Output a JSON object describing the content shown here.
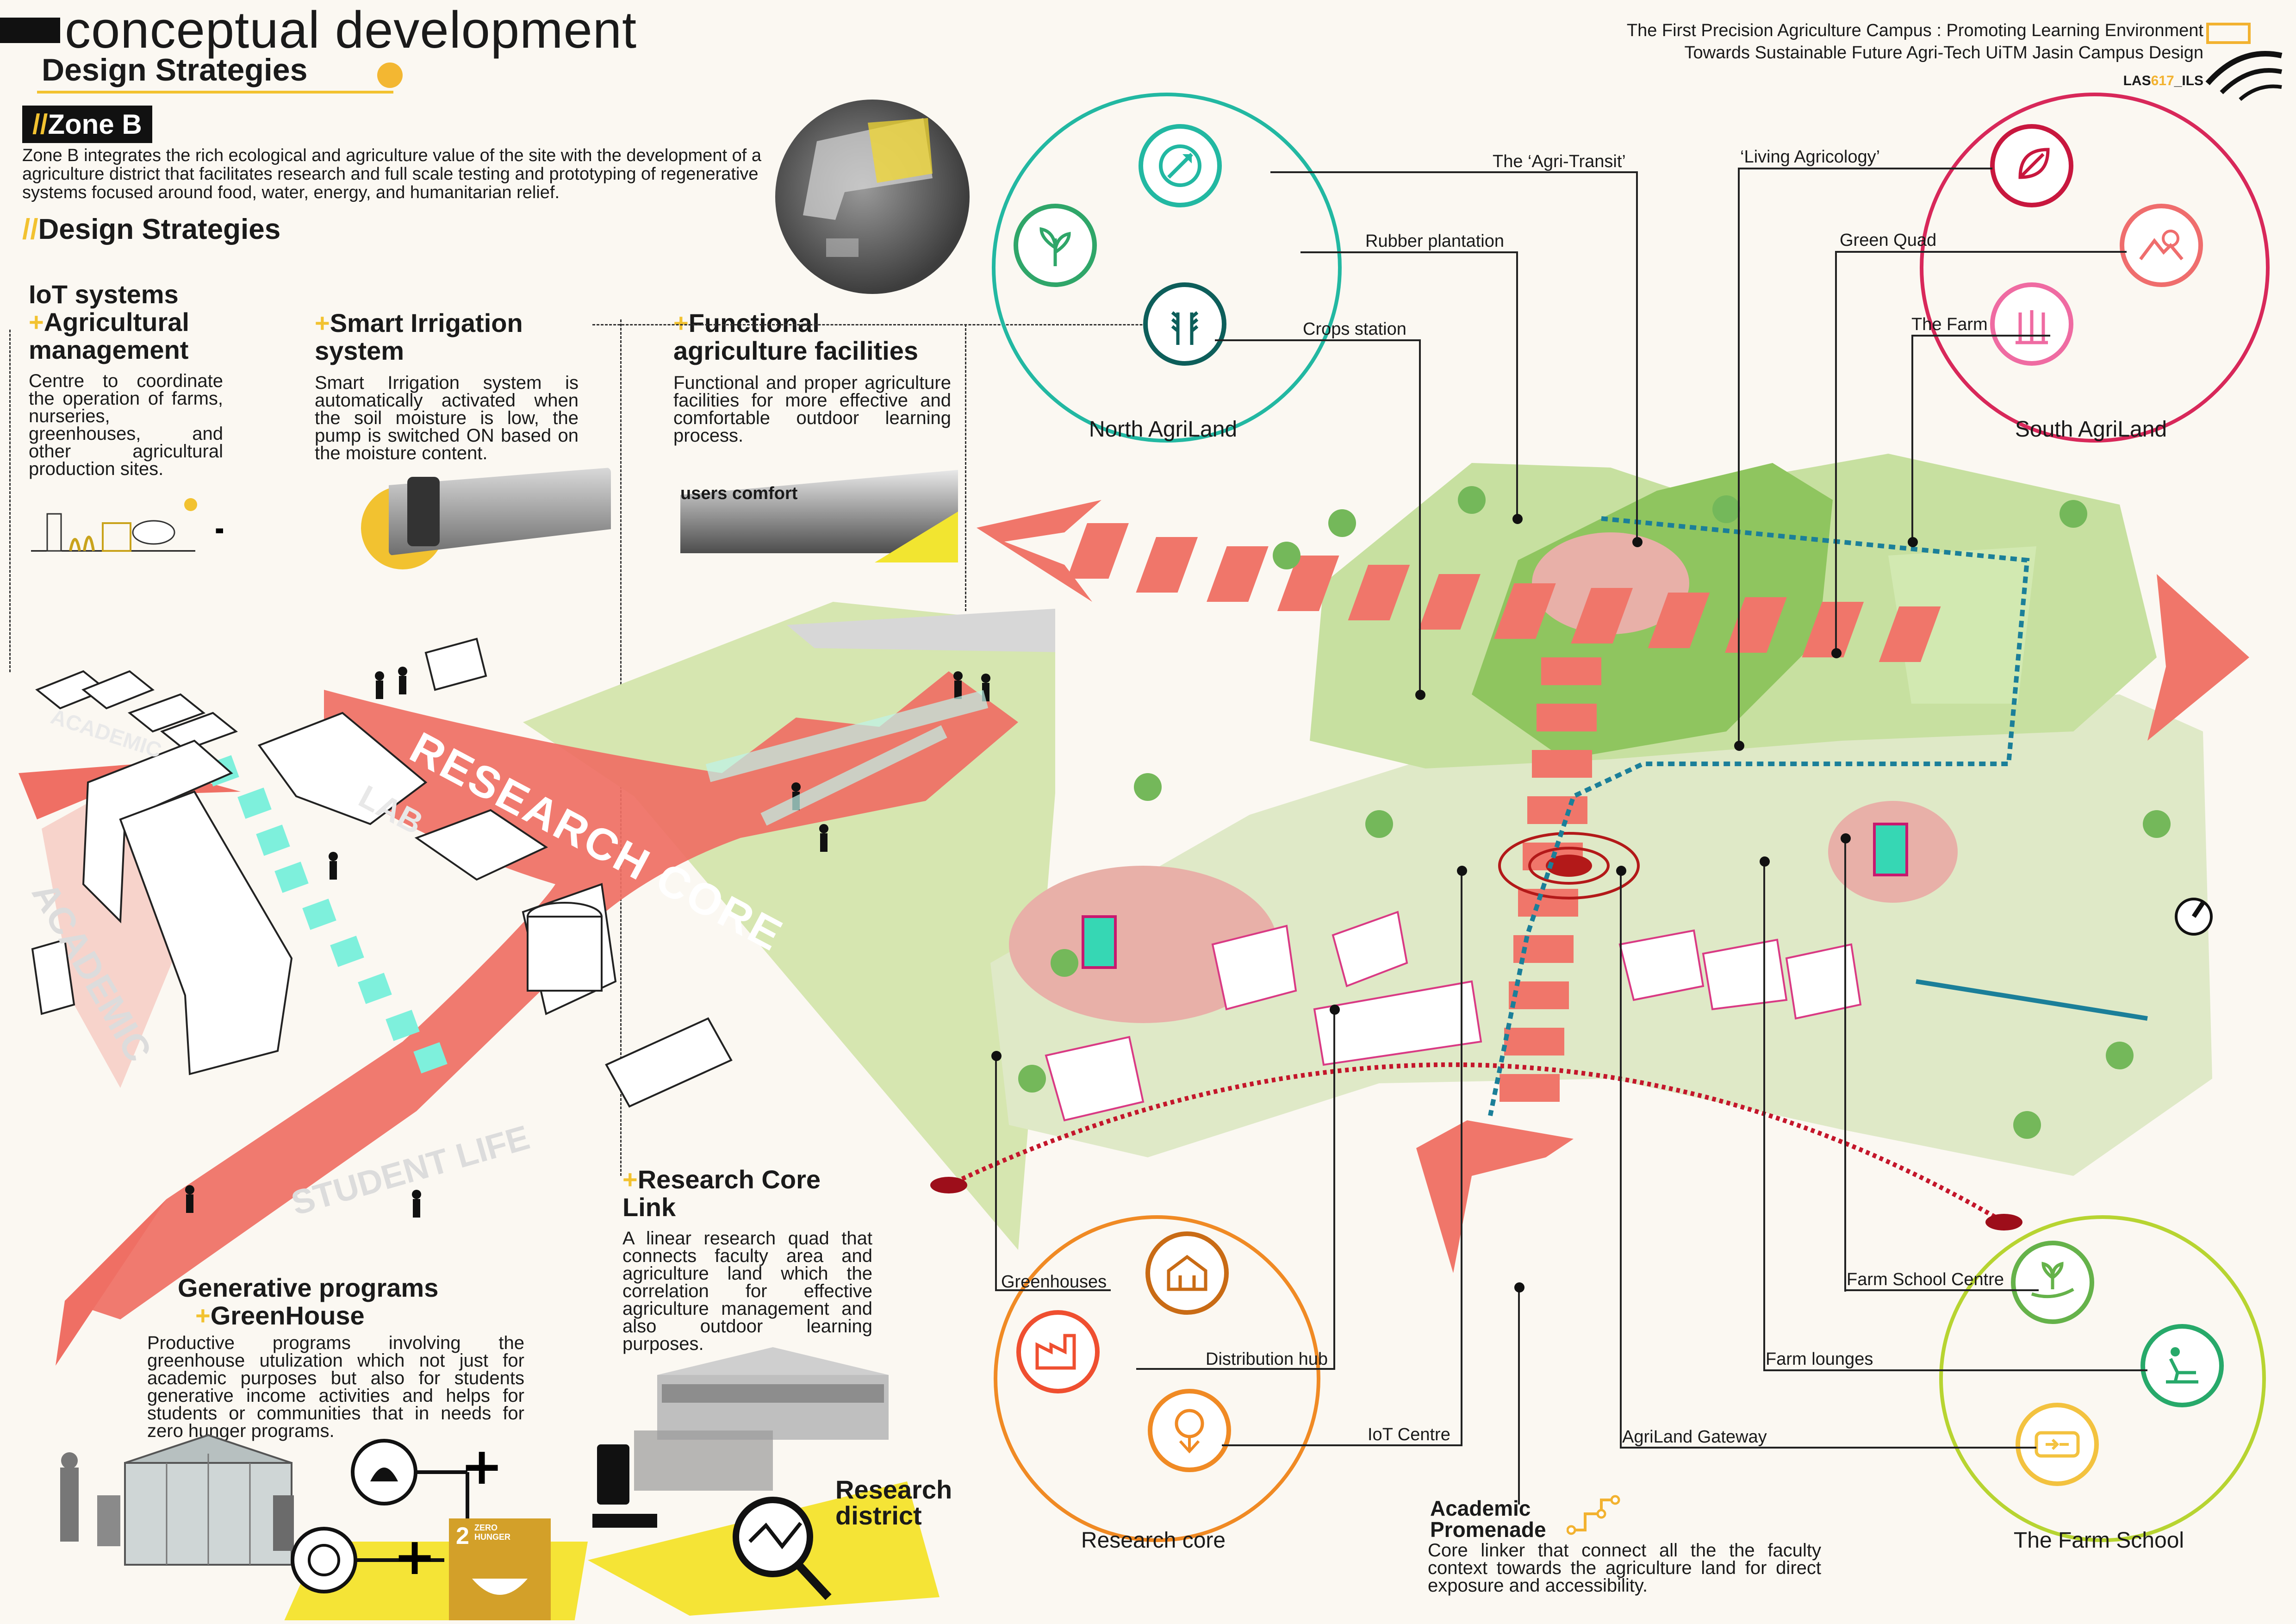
{
  "header": {
    "title": "conceptual development",
    "subtitle": "Design Strategies"
  },
  "project": {
    "line1": "The First Precision Agriculture Campus : Promoting Learning Environment",
    "line2": "Towards Sustainable Future Agri-Tech UiTM Jasin Campus Design",
    "code_a": "LAS",
    "code_b": "617",
    "code_c": "_ILS"
  },
  "zone": {
    "slash": "//",
    "tag": "Zone B",
    "intro": "Zone B integrates the rich ecological and agriculture value of the site with the development of a agriculture district that facilitates research and full scale testing and prototyping of regenerative systems focused around food, water, energy, and humanitarian relief.",
    "strategies_slash": "//",
    "strategies_heading": "Design Strategies"
  },
  "strategies": {
    "iot": {
      "title_a": "IoT systems",
      "plus": "+",
      "title_b": "Agricultural management",
      "text": "Centre to coordinate the operation of farms, nurseries, greenhouses, and other agricultural production sites."
    },
    "irrigation": {
      "plus": "+",
      "title": "Smart Irrigation system",
      "text": "Smart Irrigation system is automatically activated when the soil moisture is low, the pump is switched ON based on the moisture content."
    },
    "functional": {
      "plus": "+",
      "title": "Functional agriculture facilities",
      "text": "Functional and proper agriculture facilities for more effective and comfortable outdoor learning process.",
      "photo_caption": "users comfort"
    },
    "research_link": {
      "plus": "+",
      "title": "Research Core Link",
      "text": "A linear research quad that connects faculty area and agriculture land which the correlation for effective agriculture management and also outdoor learning purposes."
    },
    "generative": {
      "title_a": "Generative programs",
      "plus": "+",
      "title_b": "GreenHouse",
      "text": "Productive programs involving the greenhouse utulization which not just for academic purposes but also for students generative income activities and helps for students or communities that in needs for zero hunger programs."
    },
    "research_district": "Research district",
    "sdg_number": "2",
    "sdg_label": "ZERO HUNGER"
  },
  "axo_labels": {
    "research_core": "RESEARCH CORE",
    "lab": "LAB",
    "academic_top": "ACADEMIC",
    "academic_side": "ACADEMIC",
    "student_life": "STUDENT LIFE"
  },
  "plan": {
    "north": {
      "label": "North AgriLand",
      "callouts": [
        "The ‘Agri-Transit’",
        "Rubber plantation",
        "Crops station"
      ]
    },
    "south": {
      "label": "South AgriLand",
      "callouts": [
        "‘Living Agricology’",
        "Green Quad",
        "The Farm"
      ]
    },
    "research": {
      "label": "Research core",
      "callouts": [
        "Greenhouses",
        "Distribution hub",
        "IoT Centre"
      ]
    },
    "farmschool": {
      "label": "The Farm School",
      "callouts": [
        "Farm School Centre",
        "Farm lounges",
        "AgriLand Gateway"
      ]
    },
    "promenade": {
      "title_a": "Academic",
      "title_b": "Promenade",
      "text": "Core linker that connect all the the faculty context towards the agriculture land for direct exposure and accessibility."
    }
  },
  "colors": {
    "accent_yellow": "#f2c230",
    "coral": "#f0766a",
    "north_ring": "#22b8a2",
    "south_ring": "#d8285a",
    "research_ring": "#f08a24",
    "farm_ring": "#b7d431",
    "path_blue": "#1b7f99",
    "cyan_strip": "#7ef0dc"
  },
  "icons": {
    "north": [
      "transit-icon",
      "plants-icon",
      "wheat-icon"
    ],
    "south": [
      "leaf-icon",
      "landscape-search-icon",
      "crop-field-icon"
    ],
    "research": [
      "greenhouse-icon",
      "factory-icon",
      "iot-tree-icon"
    ],
    "farmschool": [
      "hand-plant-icon",
      "lounge-chair-icon",
      "gateway-icon"
    ]
  }
}
